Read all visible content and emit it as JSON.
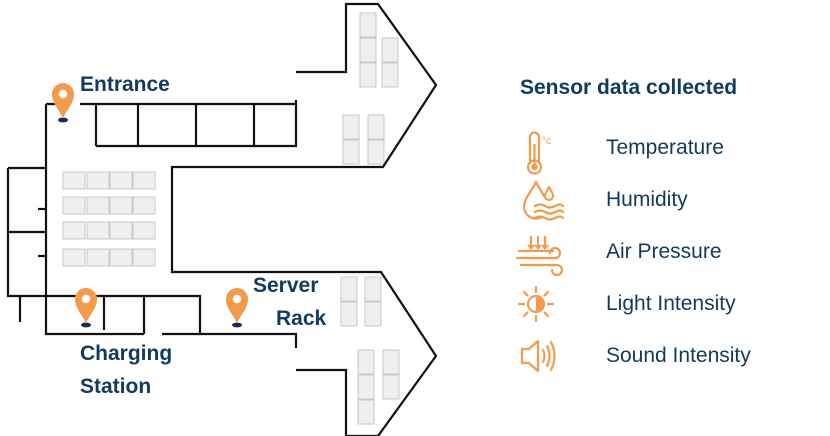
{
  "colors": {
    "wall": "#111111",
    "accent": "#f39a4c",
    "text": "#123a5e",
    "shelf": "#efefef"
  },
  "locations": {
    "entrance": "Entrance",
    "charging": [
      "Charging",
      "Station"
    ],
    "server": [
      "Server",
      "Rack"
    ]
  },
  "legend": {
    "title": "Sensor data collected",
    "items": [
      {
        "icon": "thermometer-icon",
        "label": "Temperature"
      },
      {
        "icon": "humidity-icon",
        "label": "Humidity"
      },
      {
        "icon": "air-pressure-icon",
        "label": "Air Pressure"
      },
      {
        "icon": "sun-icon",
        "label": "Light Intensity"
      },
      {
        "icon": "speaker-icon",
        "label": "Sound Intensity"
      }
    ]
  }
}
